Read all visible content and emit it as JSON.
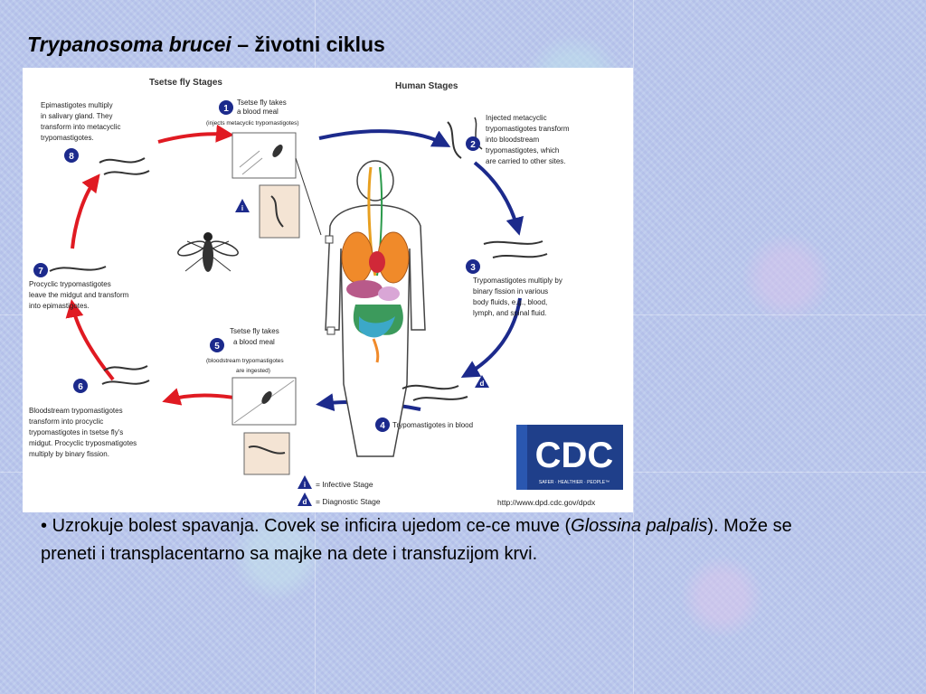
{
  "slide": {
    "title_italic": "Trypanosoma brucei",
    "title_rest": " – životni ciklus"
  },
  "diagram": {
    "tsetse_header": "Tsetse fly Stages",
    "human_header": "Human Stages",
    "steps": {
      "s1": {
        "num": "1",
        "l1": "Tsetse fly takes",
        "l2": "a blood meal",
        "l3": "(injects metacyclic trypomastigotes)"
      },
      "s2": {
        "num": "2",
        "l1": "Injected metacyclic",
        "l2": "trypomastigotes transform",
        "l3": "into bloodstream",
        "l4": "trypomastigotes, which",
        "l5": "are carried to other sites."
      },
      "s3": {
        "num": "3",
        "l1": "Trypomastigotes multiply by",
        "l2": "binary fission in various",
        "l3": "body fluids, e.g., blood,",
        "l4": "lymph, and spinal fluid."
      },
      "s4": {
        "num": "4",
        "l1": "Trypomastigotes in blood"
      },
      "s5": {
        "num": "5",
        "l1": "Tsetse fly takes",
        "l2": "a blood meal",
        "l3": "(bloodstream trypomastigotes",
        "l4": "are ingested)"
      },
      "s6": {
        "num": "6",
        "l1": "Bloodstream trypomastigotes",
        "l2": "transform into procyclic",
        "l3": "trypomastigotes in tsetse fly's",
        "l4": "midgut. Procyclic tryposmatigotes",
        "l5": "multiply by binary fission."
      },
      "s7": {
        "num": "7",
        "l1": "Procyclic trypomastigotes",
        "l2": "leave the midgut and transform",
        "l3": "into epimastigotes."
      },
      "s8": {
        "num": "8",
        "l1": "Epimastigotes multiply",
        "l2": "in salivary gland. They",
        "l3": "transform into metacyclic",
        "l4": "trypomastigotes."
      }
    },
    "legend": {
      "infective_symbol": "i",
      "infective_label": "= Infective Stage",
      "diagnostic_symbol": "d",
      "diagnostic_label": "= Diagnostic Stage"
    },
    "logo": {
      "text": "CDC",
      "tagline": "SAFER · HEALTHIER · PEOPLE™"
    },
    "url": "http://www.dpd.cdc.gov/dpdx",
    "colors": {
      "tsetse_arrow": "#e01a22",
      "human_arrow": "#1c2a8c",
      "step_badge": "#1c2a8c",
      "logo_bg": "#1f3f8a"
    }
  },
  "body": {
    "bullet": "•",
    "part1": " Uzrokuje bolest spavanja. Covek se inficira ujedom ce-ce muve (",
    "species_italic": "Glossina palpalis",
    "part2": "). Može se preneti i transplacentarno sa majke na dete i transfuzijom krvi."
  }
}
